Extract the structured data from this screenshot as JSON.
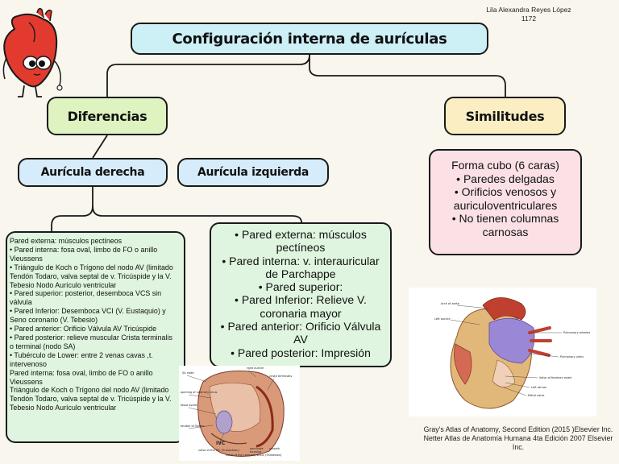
{
  "author": {
    "name": "Lila Alexandra Reyes López",
    "number": "1172"
  },
  "title": "Configuración interna de aurículas",
  "diferencias": {
    "label": "Diferencias",
    "auricula_derecha": "Aurícula derecha",
    "auricula_izquierda": "Aurícula izquierda"
  },
  "similitudes": {
    "label": "Similitudes",
    "items": [
      "Forma cubo (6 caras)",
      "• Paredes delgadas",
      "• Orificios venosos y auriculoventriculares",
      "• No tienen columnas carnosas"
    ]
  },
  "auricula_derecha_items": [
    "Pared externa: músculos pectíneos",
    "• Pared interna: fosa oval, limbo de FO o anillo Vieussens",
    "• Triángulo de Koch o Trígono del nodo AV (limitado Tendón Todaro, valva septal de v. Tricúspide y la V. Tebesio Nodo Aurículo ventricular",
    "• Pared superior: posterior, desemboca VCS sin válvula",
    "• Pared Inferior: Desemboca VCI (V. Eustaquio) y Seno coronario (V. Tebesio)",
    "• Pared anterior: Orificio Válvula AV Tricúspide",
    "• Pared posterior: relieve muscular Crista terminalis",
    "o terminal (nodo SA)",
    "• Tubérculo de Lower: entre 2 venas cavas ,t. intervenoso",
    "Pared interna: fosa oval, limbo de FO o anillo Vieussens",
    "Triángulo de Koch o Trígono del nodo AV (limitado Tendón Todaro, valva septal de v. Tricúspide y la V. Tebesio Nodo Aurículo ventricular"
  ],
  "auricula_izquierda_items": [
    "• Pared externa: músculos pectíneos",
    "• Pared interna: v. interauricular de Parchappe",
    "• Pared superior:",
    "• Pared Inferior: Relieve V. coronaria mayor",
    "• Pared anterior: Orificio Válvula AV",
    "• Pared posterior: Impresión"
  ],
  "heart_diagram_right": {
    "labels": [
      "Arch of aorta",
      "Left auricle",
      "Pulmonary arteries",
      "Pulmonary veins",
      "Valve of foramen ovale",
      "Left atrium",
      "Mitral valve"
    ]
  },
  "heart_diagram_left": {
    "labels": [
      "SA node",
      "right auricle",
      "crista terminalis",
      "opening of coronary sinus",
      "fossa ovalis",
      "tendon of Todaro",
      "IVC",
      "valve of the IVC (Eustachian)",
      "valve of the coronary sinus (Thebesian)",
      "pectinate",
      "muscles",
      "smooth"
    ]
  },
  "references": [
    "Gray's Atlas of Anatomy, Second Edition (2015 )Elsevier Inc.",
    "Netter Atlas de Anatomía Humana 4ta Edición 2007 Elsevier Inc."
  ],
  "colors": {
    "title_box": "#cdeff6",
    "diferencias_box": "#def3c0",
    "similitudes_box": "#fbeec2",
    "auricula_box": "#d6ecfa",
    "similitudes_content": "#fbe1e6",
    "content_green": "#dff5df",
    "background": "#f9f6ee"
  }
}
